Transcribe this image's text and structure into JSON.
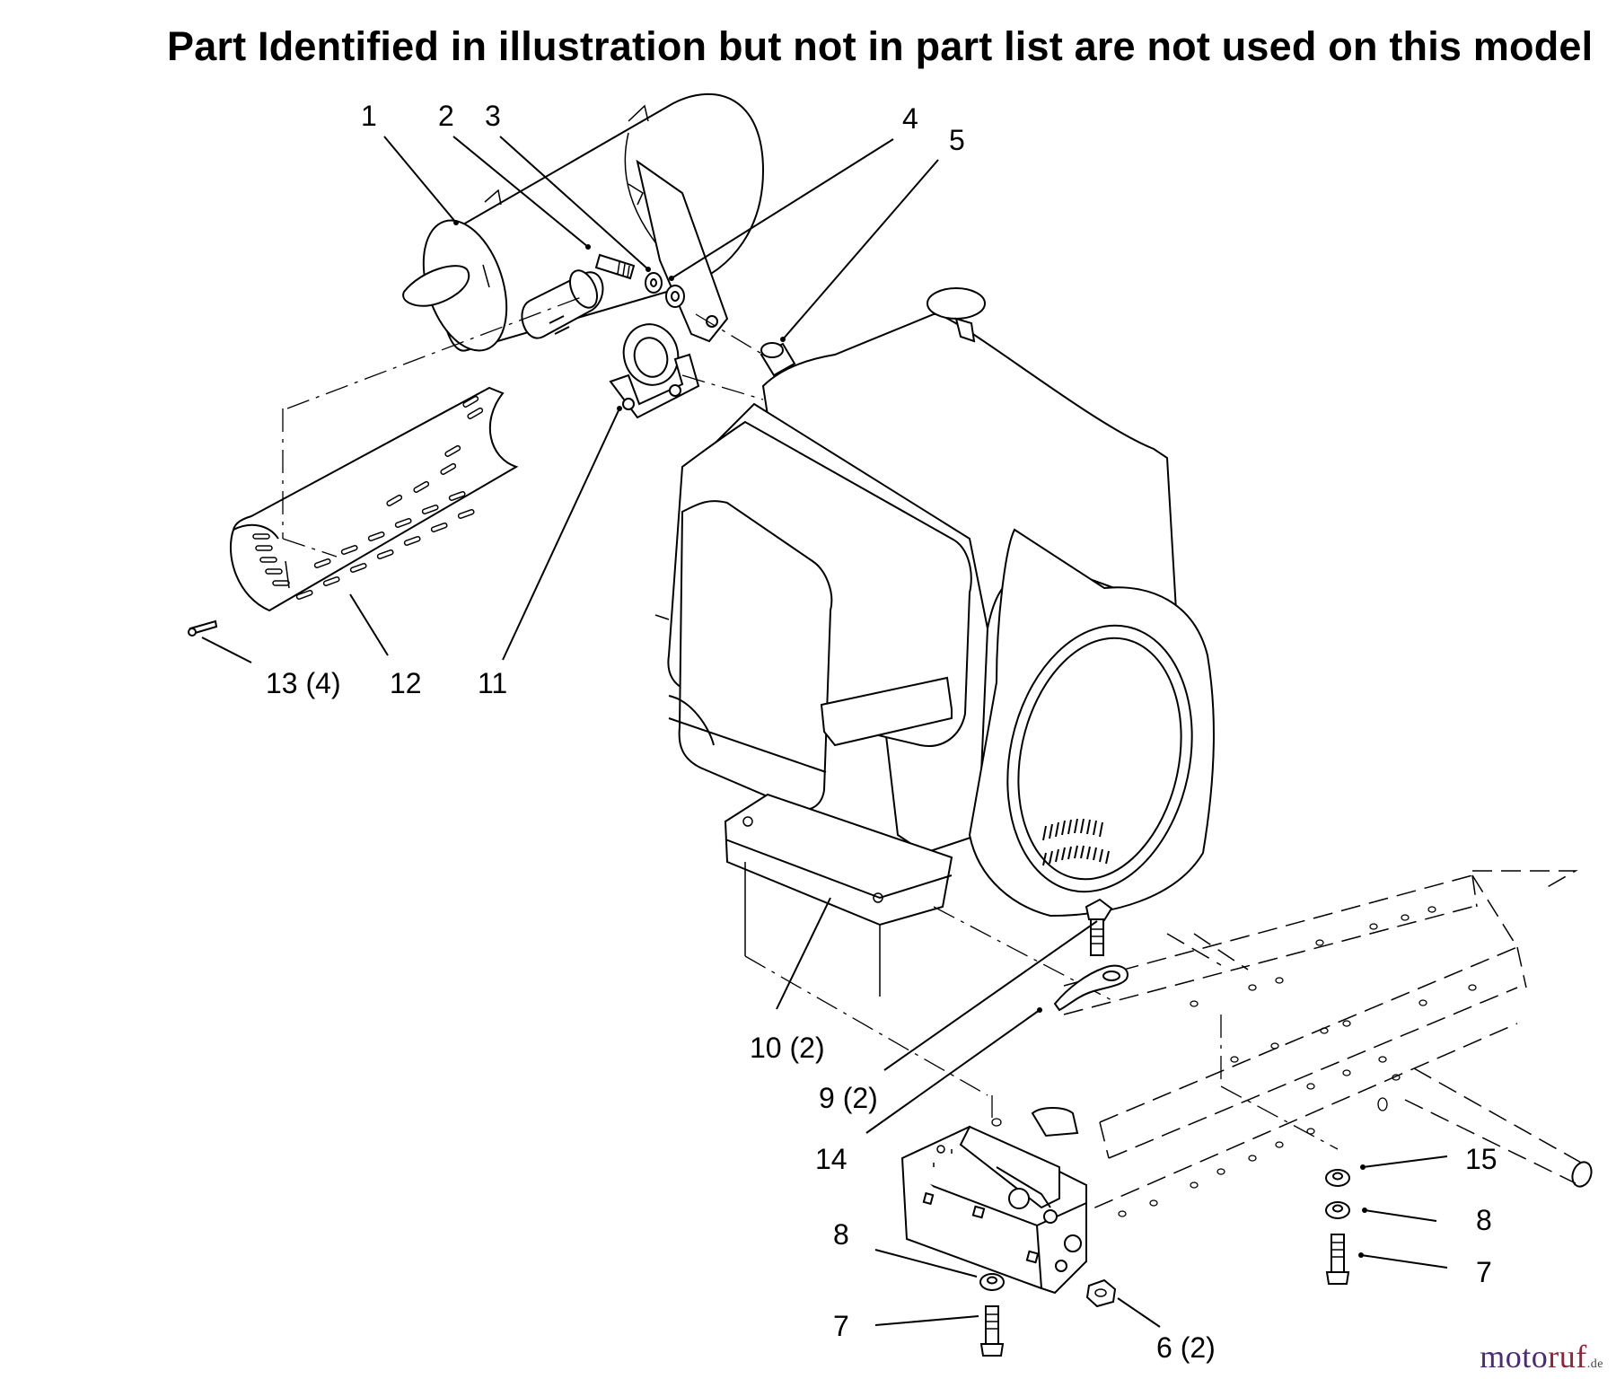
{
  "header": {
    "title": "Part Identified in illustration but not in part list are not used on this model"
  },
  "callouts": [
    {
      "id": "c1",
      "text": "1"
    },
    {
      "id": "c2",
      "text": "2"
    },
    {
      "id": "c3",
      "text": "3"
    },
    {
      "id": "c4",
      "text": "4"
    },
    {
      "id": "c5",
      "text": "5"
    },
    {
      "id": "c13",
      "text": "13 (4)"
    },
    {
      "id": "c12",
      "text": "12"
    },
    {
      "id": "c11",
      "text": "11"
    },
    {
      "id": "c10",
      "text": "10 (2)"
    },
    {
      "id": "c9",
      "text": "9 (2)"
    },
    {
      "id": "c14",
      "text": "14"
    },
    {
      "id": "c15",
      "text": "15"
    },
    {
      "id": "c8r",
      "text": "8"
    },
    {
      "id": "c7r",
      "text": "7"
    },
    {
      "id": "c8l",
      "text": "8"
    },
    {
      "id": "c7l",
      "text": "7"
    },
    {
      "id": "c6",
      "text": "6 (2)"
    }
  ],
  "watermark": {
    "part_a": "moto",
    "part_b": "ruf",
    "part_c": ".de"
  }
}
